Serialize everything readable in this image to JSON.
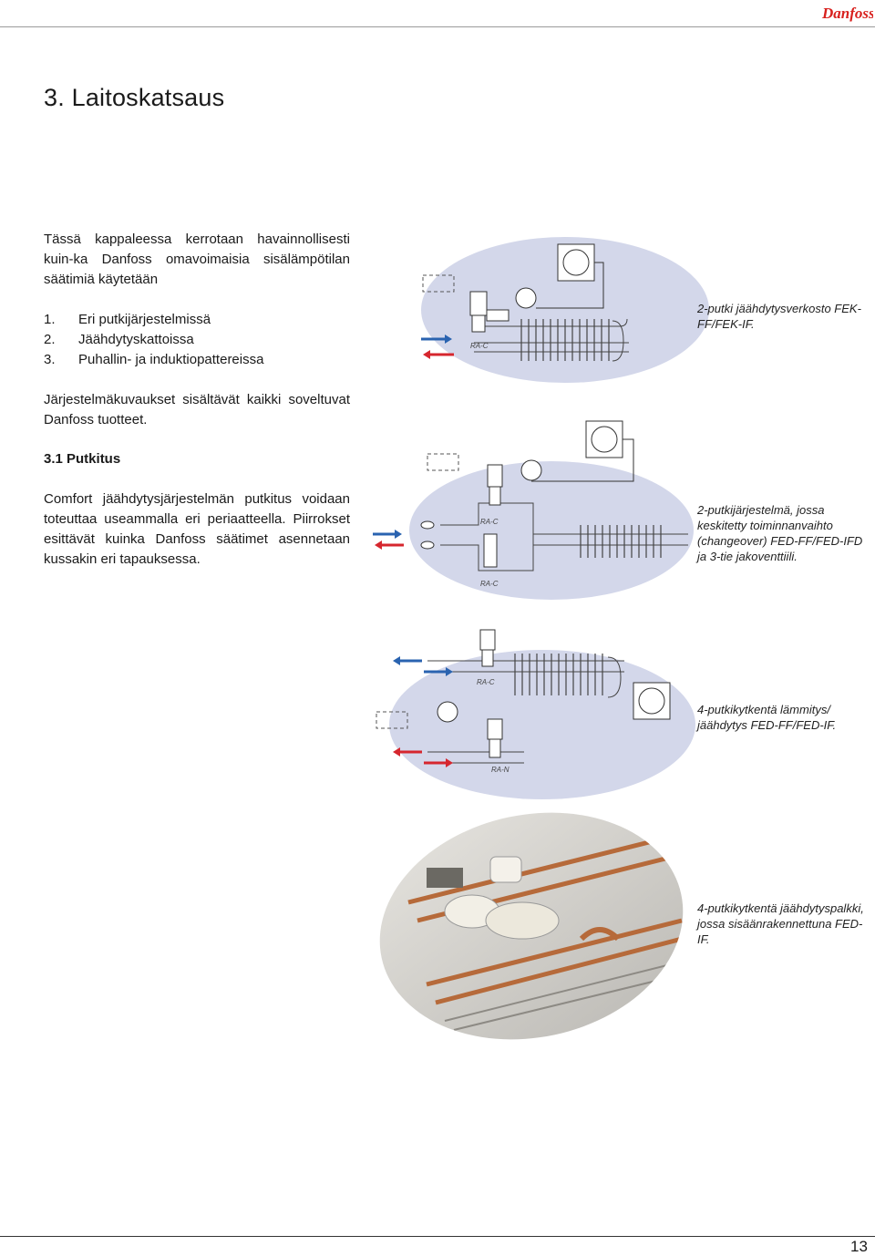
{
  "header": {
    "brand": "Danfoss",
    "brand_color": "#d8211e"
  },
  "title": "3. Laitoskatsaus",
  "intro": "Tässä kappaleessa kerrotaan havainnollisesti kuin-ka Danfoss omavoimaisia sisälämpötilan säätimiä käytetään",
  "list": [
    {
      "num": "1.",
      "text": "Eri putkijärjestelmissä"
    },
    {
      "num": "2.",
      "text": "Jäähdytyskattoissa"
    },
    {
      "num": "3.",
      "text": "Puhallin- ja induktiopattereissa"
    }
  ],
  "systems_note": "Järjestelmäkuvaukset sisältävät kaikki soveltuvat Danfoss tuotteet.",
  "section_heading": "3.1 Putkitus",
  "section_text": "Comfort jäähdytysjärjestelmän putkitus voidaan toteuttaa useammalla eri periaatteella. Piirrokset esittävät kuinka Danfoss säätimet asennetaan kussakin eri tapauksessa.",
  "diagrams": [
    {
      "valve_labels": [
        "RA-C"
      ],
      "caption": "2-putki jäähdytysverkosto FEK-FF/FEK-IF."
    },
    {
      "valve_labels": [
        "RA-C",
        "RA-C"
      ],
      "caption": "2-putkijärjestelmä, jossa keskitetty toiminnanvaihto (changeover) FED-FF/FED-IFD ja 3-tie jakoventtiili."
    },
    {
      "valve_labels": [
        "RA-C",
        "RA-N"
      ],
      "caption": "4-putkikytkentä lämmitys/ jäähdytys FED-FF/FED-IF."
    }
  ],
  "photo_caption": "4-putkikytkentä jäähdytyspalkki, jossa sisäänrakennettuna FED-IF.",
  "page_number": "13",
  "colors": {
    "ellipse": "#d3d7ea",
    "cold_arrow": "#2a63b0",
    "hot_arrow": "#d6262e",
    "line": "#3c3c3c"
  }
}
